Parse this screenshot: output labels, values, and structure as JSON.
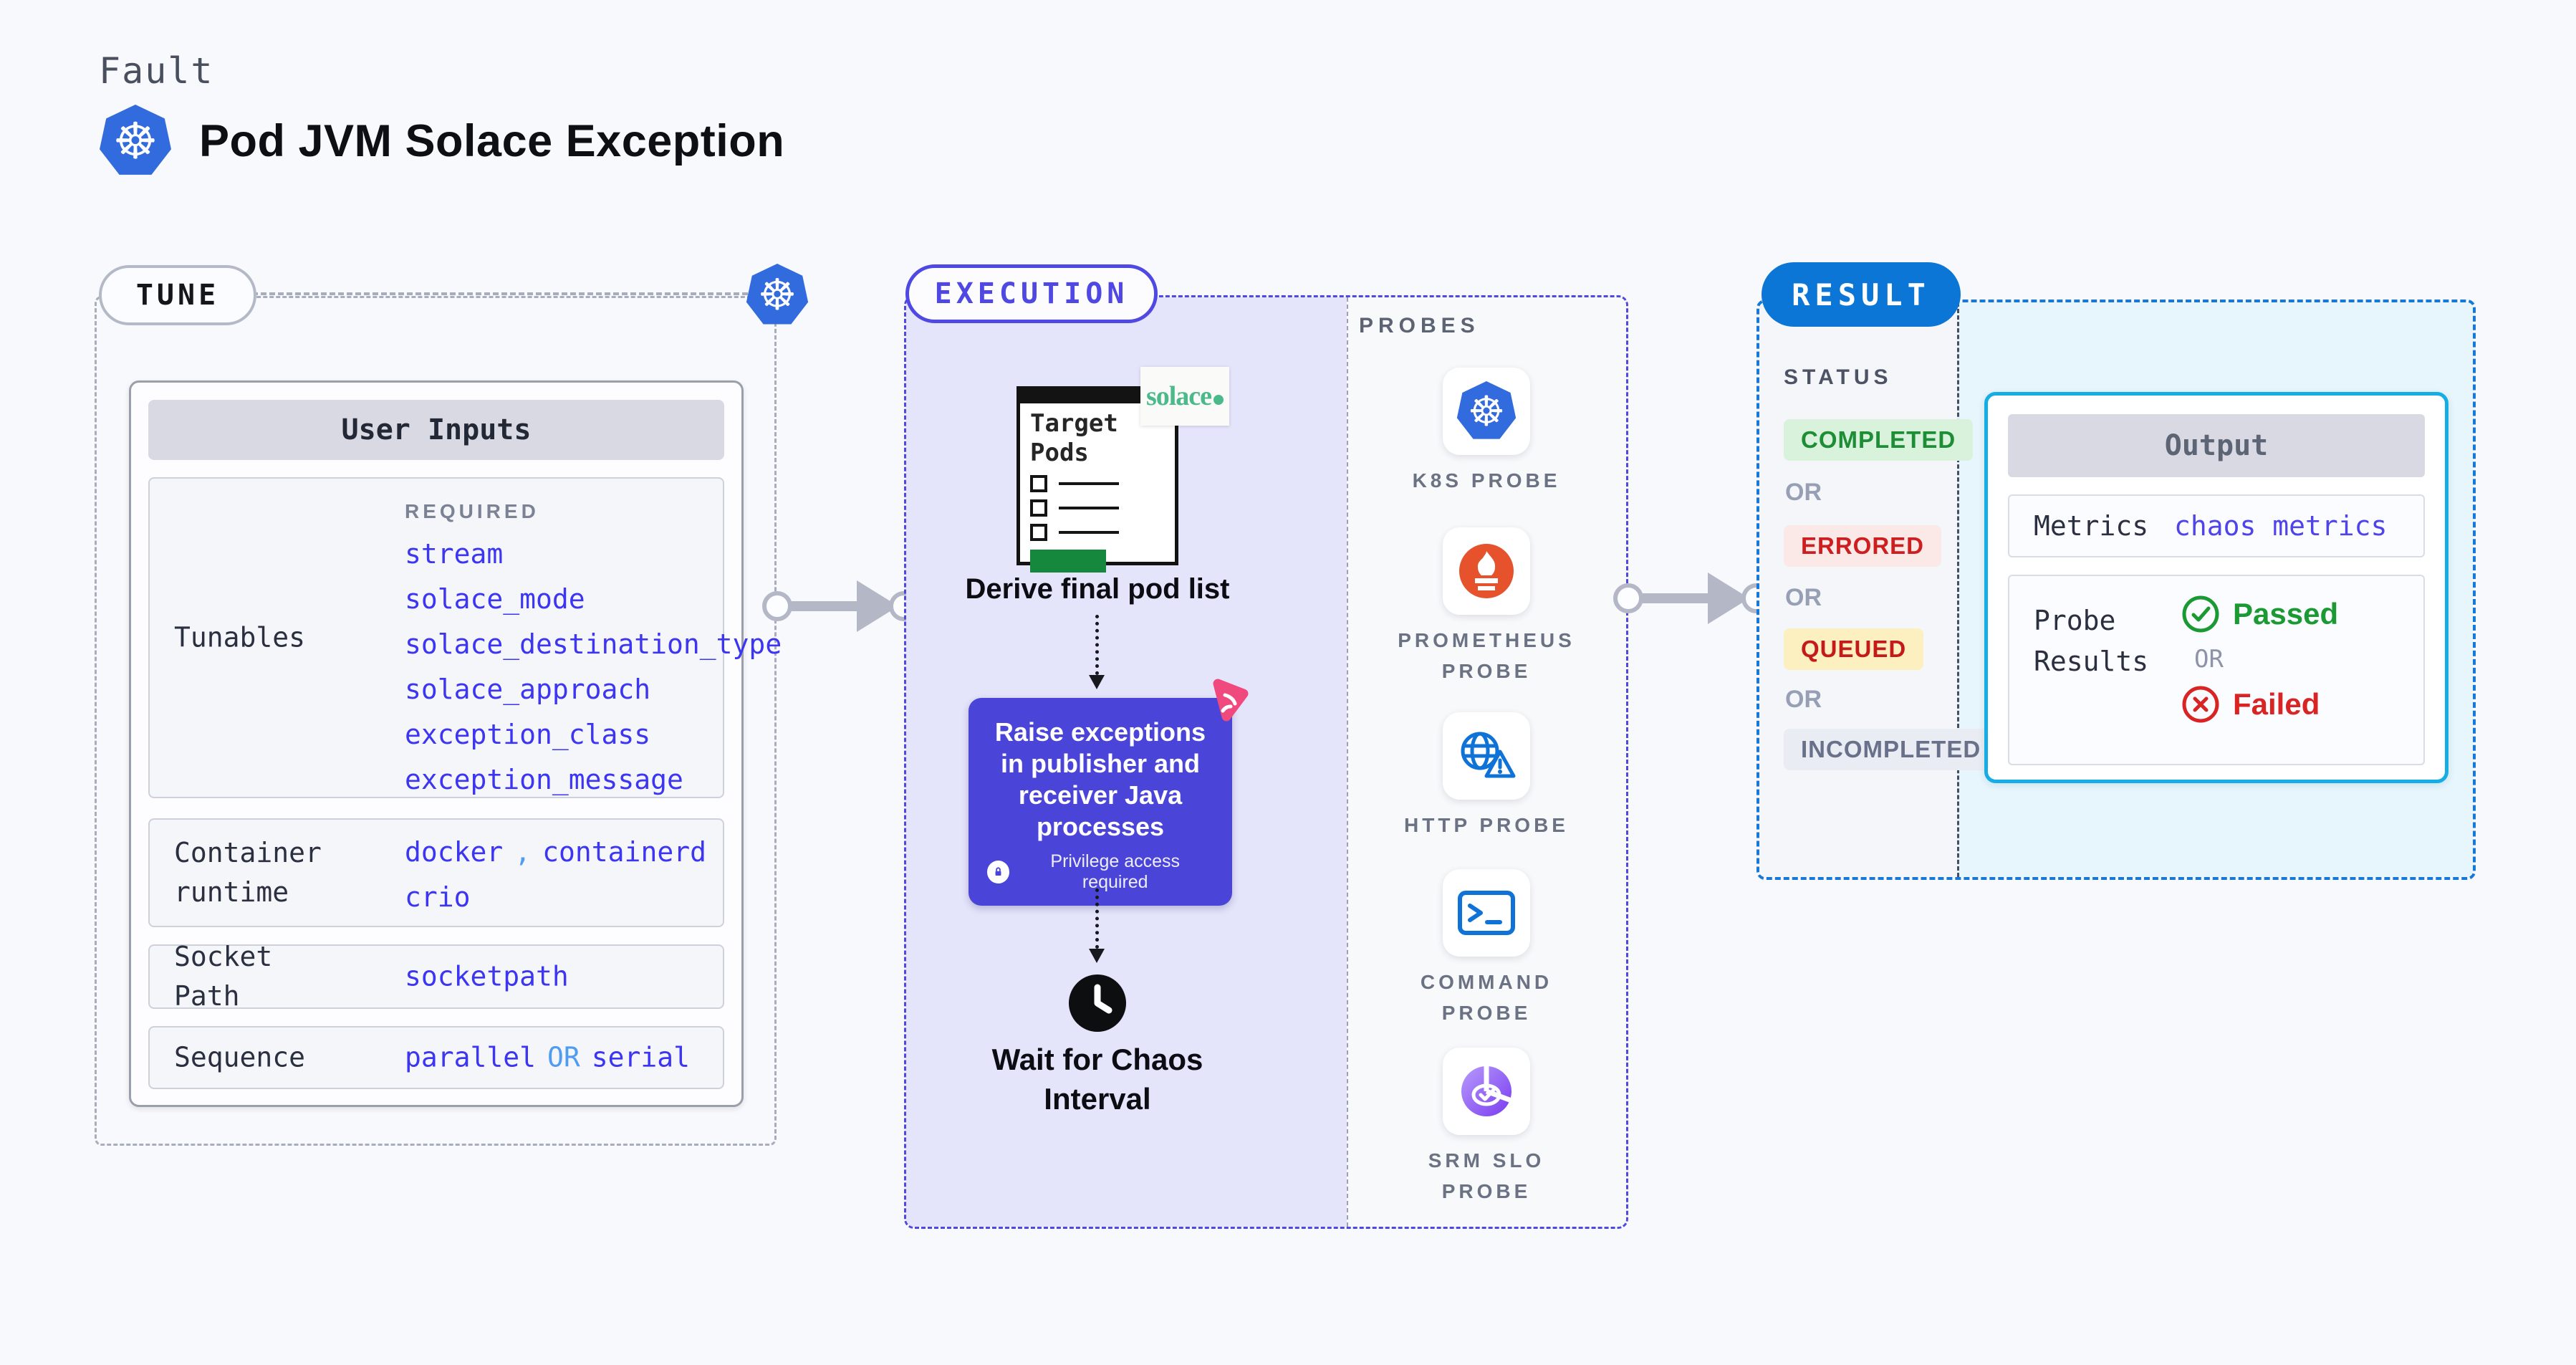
{
  "page": {
    "kicker": "Fault",
    "title": "Pod JVM Solace Exception"
  },
  "colors": {
    "accent_indigo": "#4f48e2",
    "accent_blue": "#0b76d6",
    "accent_cyan": "#16ace4",
    "value_blue": "#3c35f1",
    "muted_blue": "#4f9cf0",
    "success_green": "#1d8e35",
    "error_red": "#cd1f1f",
    "queued_yellow": "#fcf0c0",
    "chaos_purple": "#4b44d8",
    "solace_green": "#4cb98a",
    "kubernetes_blue": "#326bde"
  },
  "tune": {
    "badge": "TUNE",
    "card_title": "User Inputs",
    "tunables": {
      "label": "Tunables",
      "required_label": "REQUIRED",
      "values": [
        "stream",
        "solace_mode",
        "solace_destination_type",
        "solace_approach",
        "exception_class",
        "exception_message"
      ]
    },
    "runtime": {
      "label": "Container runtime",
      "value1": "docker",
      "separator": ",",
      "value2": "containerd",
      "value3": "crio"
    },
    "socket": {
      "label": "Socket Path",
      "value": "socketpath"
    },
    "sequence": {
      "label": "Sequence",
      "value1": "parallel",
      "or": "OR",
      "value2": "serial"
    }
  },
  "execution": {
    "badge": "EXECUTION",
    "target_pods": {
      "title": "Target Pods",
      "brand": "solace"
    },
    "step1": "Derive final pod list",
    "step2": {
      "text": "Raise exceptions in publisher and receiver Java processes",
      "privilege": "Privilege access required"
    },
    "step3": "Wait for Chaos Interval"
  },
  "probes": {
    "heading": "PROBES",
    "items": [
      {
        "label": "K8S PROBE",
        "icon": "kubernetes-icon"
      },
      {
        "label": "PROMETHEUS PROBE",
        "icon": "prometheus-icon"
      },
      {
        "label": "HTTP PROBE",
        "icon": "http-globe-icon"
      },
      {
        "label": "COMMAND PROBE",
        "icon": "terminal-icon"
      },
      {
        "label": "SRM SLO PROBE",
        "icon": "srm-slo-icon"
      }
    ]
  },
  "result": {
    "badge": "RESULT",
    "status_heading": "STATUS",
    "or_label": "OR",
    "statuses": [
      {
        "label": "COMPLETED"
      },
      {
        "label": "ERRORED"
      },
      {
        "label": "QUEUED"
      },
      {
        "label": "INCOMPLETED"
      }
    ],
    "output": {
      "title": "Output",
      "metrics_label": "Metrics",
      "metrics_value": "chaos metrics",
      "probe_results_label": "Probe Results",
      "passed": "Passed",
      "or": "OR",
      "failed": "Failed"
    }
  }
}
